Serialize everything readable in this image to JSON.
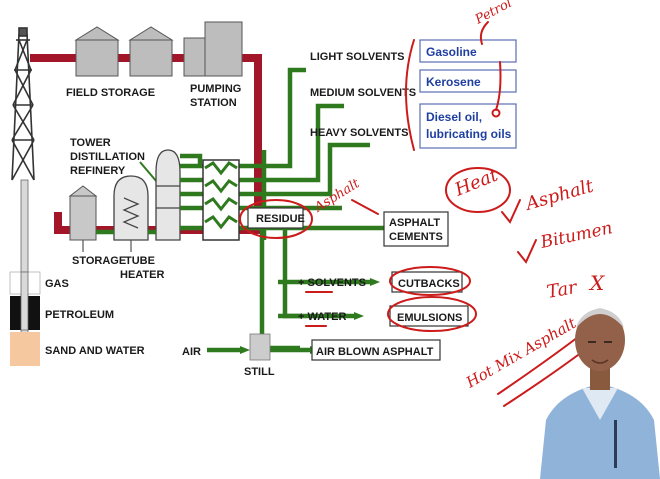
{
  "labels": {
    "field_storage": "FIELD STORAGE",
    "pumping_station_line1": "PUMPING",
    "pumping_station_line2": "STATION",
    "tower_line1": "TOWER",
    "tower_line2": "DISTILLATION",
    "tower_line3": "REFINERY",
    "storage": "STORAGE",
    "tube_heater_line1": "TUBE",
    "tube_heater_line2": "HEATER",
    "gas": "GAS",
    "petroleum": "PETROLEUM",
    "sand_and_water": "SAND AND WATER",
    "light_solvents": "LIGHT SOLVENTS",
    "medium_solvents": "MEDIUM SOLVENTS",
    "heavy_solvents": "HEAVY SOLVENTS",
    "residue": "RESIDUE",
    "asphalt_cements_line1": "ASPHALT",
    "asphalt_cements_line2": "CEMENTS",
    "plus_solvents": "+ SOLVENTS",
    "cutbacks": "CUTBACKS",
    "plus_water": "+ WATER",
    "emulsions": "EMULSIONS",
    "air": "AIR",
    "still": "STILL",
    "air_blown_asphalt": "AIR BLOWN ASPHALT"
  },
  "products": {
    "gasoline": "Gasoline",
    "kerosene": "Kerosene",
    "diesel_line1": "Diesel oil,",
    "diesel_line2": "lubricating oils"
  },
  "annotations": {
    "petrol": "Petrol",
    "asphalt_near_residue": "Asphalt",
    "heat": "Heat",
    "asphalt": "Asphalt",
    "bitumen": "Bitumen",
    "tar": "Tar",
    "tar_cross": "X",
    "hot_mix_asphalt": "Hot Mix Asphalt"
  },
  "colors": {
    "pipe_green": "#2f7a1f",
    "pipe_crude": "#a3162a",
    "ink_red": "#cc1b1b",
    "product_blue": "#1f3fa0"
  }
}
